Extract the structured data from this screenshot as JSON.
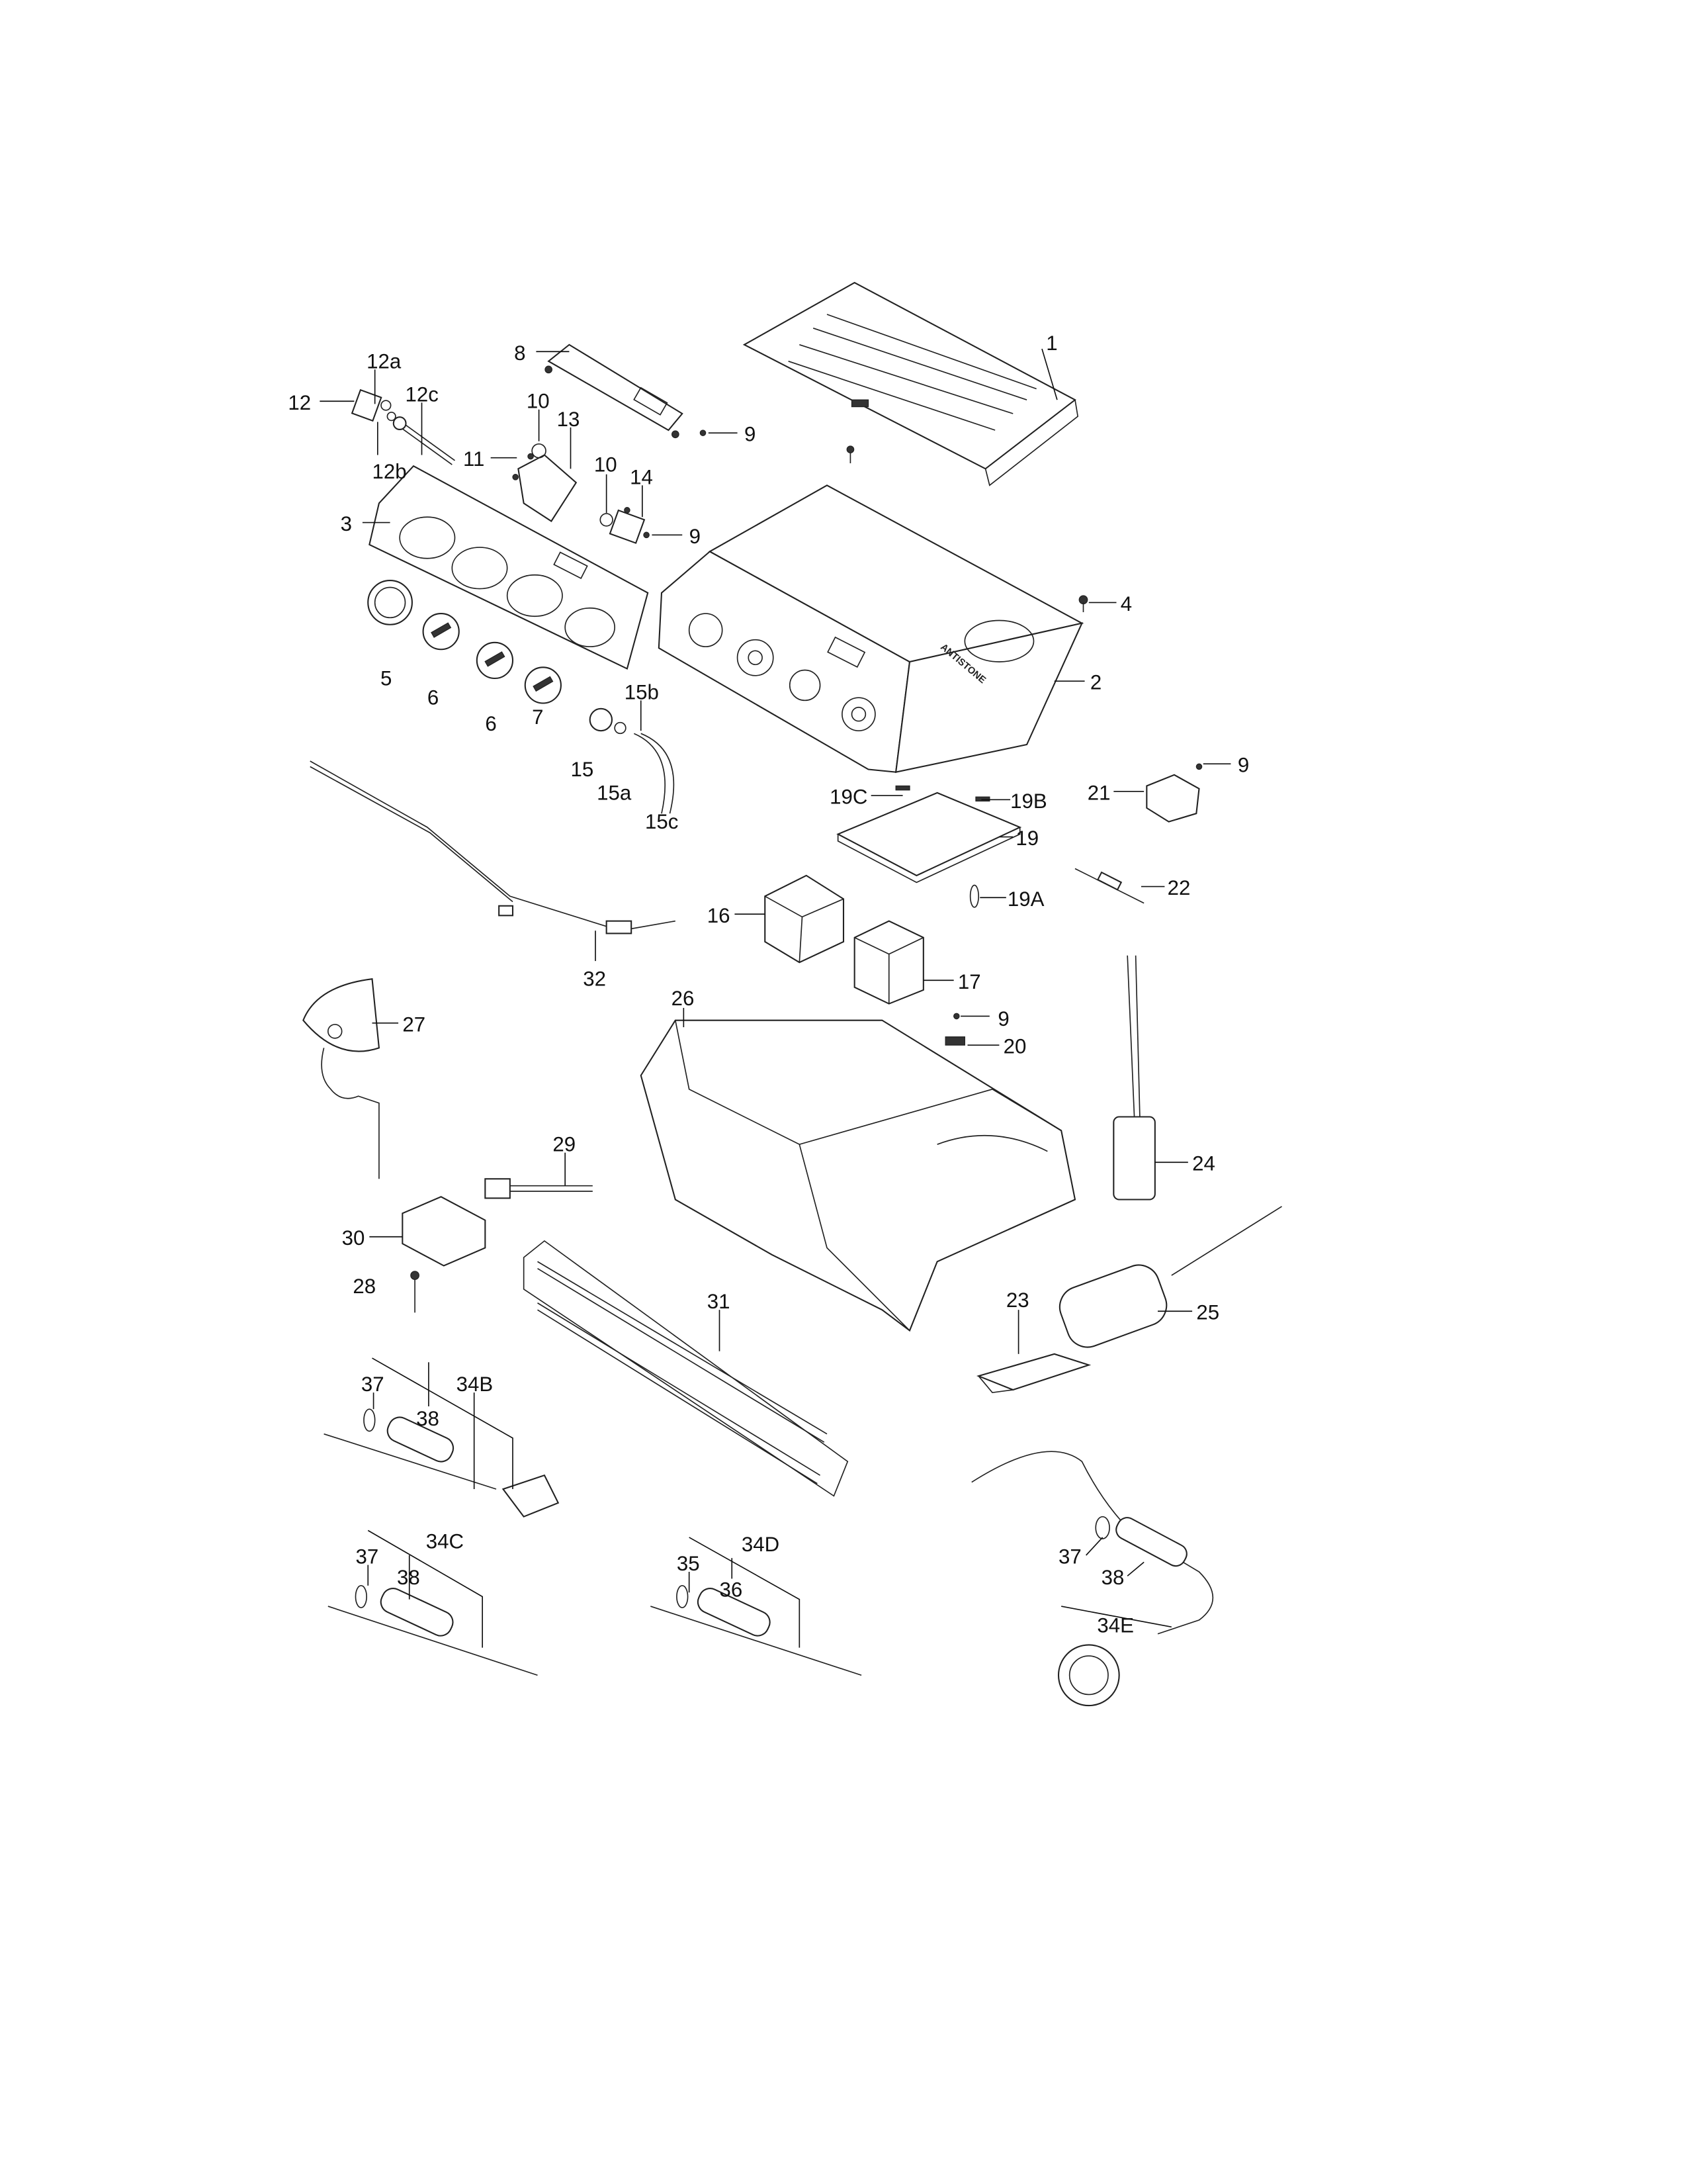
{
  "diagram": {
    "type": "exploded-parts-view",
    "product_marking": "ANTISTONE",
    "labels": [
      "1",
      "8",
      "12a",
      "12",
      "12c",
      "12b",
      "10",
      "13",
      "11",
      "9",
      "10",
      "14",
      "3",
      "9",
      "4",
      "2",
      "5",
      "6",
      "6",
      "7",
      "15b",
      "15",
      "15a",
      "15c",
      "19C",
      "19B",
      "9",
      "21",
      "19",
      "22",
      "19A",
      "16",
      "32",
      "17",
      "26",
      "27",
      "9",
      "20",
      "24",
      "29",
      "30",
      "28",
      "31",
      "23",
      "25",
      "37",
      "34B",
      "38",
      "37",
      "38",
      "34E",
      "34C",
      "37",
      "38",
      "34D",
      "35",
      "36"
    ]
  }
}
